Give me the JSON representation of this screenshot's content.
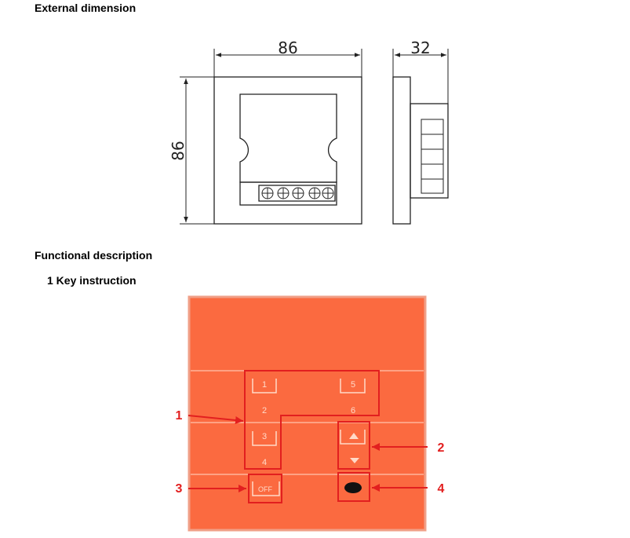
{
  "sections": {
    "external_dimension": "External dimension",
    "functional_description": "Functional description",
    "key_instruction": "1 Key instruction"
  },
  "dimensions": {
    "width": "86",
    "height": "86",
    "depth": "32"
  },
  "panel": {
    "buttons": {
      "b1": "1",
      "b2": "2",
      "b3": "3",
      "b4": "4",
      "b5": "5",
      "b6": "6",
      "off": "OFF",
      "up_icon": "triangle-up-icon",
      "down_icon": "triangle-down-icon"
    },
    "colors": {
      "panel": "#fb6a40",
      "callout": "#e21f1f"
    }
  },
  "callouts": {
    "c1": "1",
    "c2": "2",
    "c3": "3",
    "c4": "4"
  }
}
